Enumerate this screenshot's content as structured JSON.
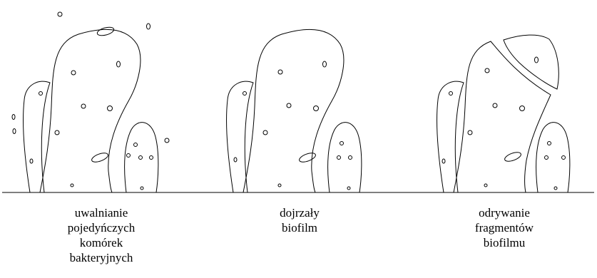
{
  "panels": [
    {
      "id": "dispersal",
      "caption": [
        "uwalnianie",
        "pojedyńczych",
        "komórek",
        "bakteryjnych"
      ]
    },
    {
      "id": "mature",
      "caption": [
        "dojrzały",
        "biofilm"
      ]
    },
    {
      "id": "detachment",
      "caption": [
        "odrywanie",
        "fragmentów",
        "biofilmu"
      ]
    }
  ],
  "colors": {
    "line": "#000000",
    "background": "#ffffff"
  }
}
